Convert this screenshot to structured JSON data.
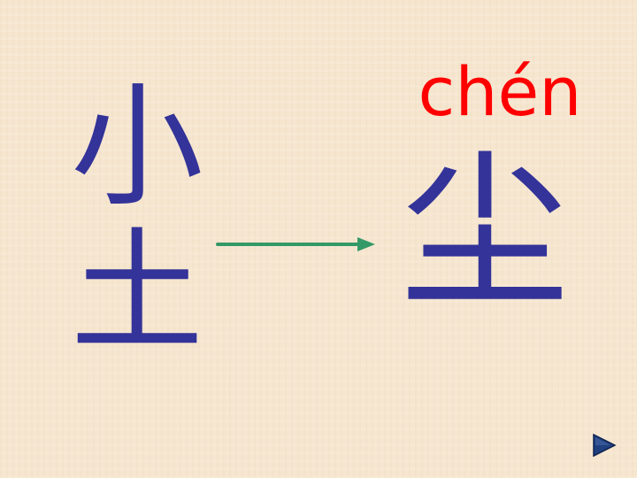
{
  "slide": {
    "components": [
      "小",
      "土"
    ],
    "result_char": "尘",
    "pinyin": "chén"
  },
  "colors": {
    "background": "#f6e6cf",
    "character": "#333399",
    "pinyin": "#ff0000",
    "arrow": "#339966",
    "nav_button": "#1f3f7f"
  },
  "icons": {
    "arrow": "arrow-right-icon",
    "nav": "play-next-icon"
  }
}
